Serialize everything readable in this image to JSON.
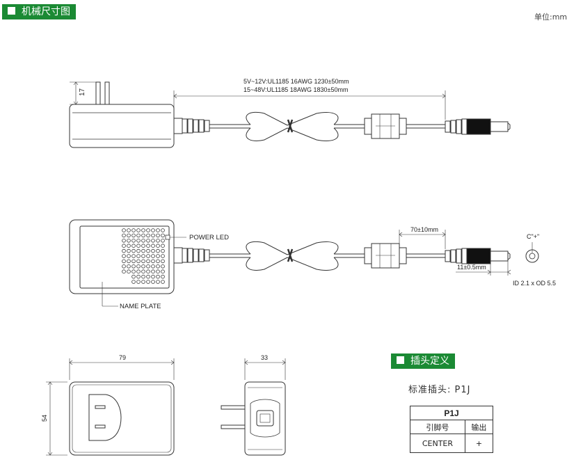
{
  "header": {
    "section_title": "机械尺寸图",
    "unit": "单位:mm"
  },
  "top_view": {
    "cable_spec_1": "5V~12V:UL1185 16AWG 1230±50mm",
    "cable_spec_2": "15~48V:UL1185 18AWG 1830±50mm",
    "pin_height": "17"
  },
  "side_view": {
    "power_led_label": "POWER LED",
    "name_plate_label": "NAME PLATE",
    "boot_length": "70±10mm",
    "plug_length": "11±0.5mm",
    "polarity": "C\"+\"",
    "plug_size": "ID 2.1 x OD 5.5"
  },
  "front_view": {
    "width": "79",
    "height": "54"
  },
  "end_view": {
    "depth": "33"
  },
  "plug_definition": {
    "section_title": "插头定义",
    "standard_plug": "标准插头: P1J",
    "table_title": "P1J",
    "headers": [
      "引脚号",
      "输出"
    ],
    "rows": [
      [
        "CENTER",
        "+"
      ]
    ]
  },
  "colors": {
    "accent": "#1b8a34",
    "line": "#333333"
  }
}
